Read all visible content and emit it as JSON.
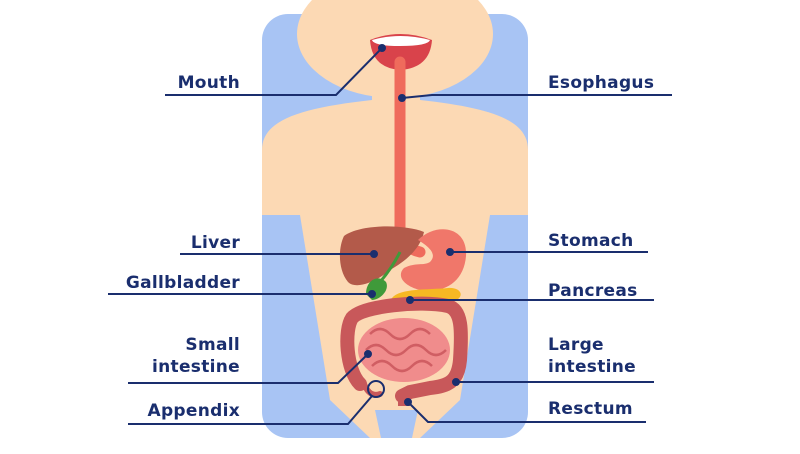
{
  "labels": {
    "mouth": "Mouth",
    "esophagus": "Esophagus",
    "liver": "Liver",
    "stomach": "Stomach",
    "gallbladder": "Gallbladder",
    "pancreas": "Pancreas",
    "small_intestine_line1": "Small",
    "small_intestine_line2": "intestine",
    "large_intestine_line1": "Large",
    "large_intestine_line2": "intestine",
    "appendix": "Appendix",
    "rectum": "Resctum"
  },
  "colors": {
    "panel": "#a8c4f4",
    "skin": "#fcd9b4",
    "label_text": "#1a2e6e",
    "leader_line": "#1a2e6e",
    "esophagus": "#ef6b5c",
    "mouth": "#d9434b",
    "liver": "#b35a4a",
    "stomach": "#f0776a",
    "gallbladder": "#3f9a3a",
    "pancreas": "#f6b823",
    "intestine": "#f08c8c",
    "large_intestine": "#c8585a"
  }
}
